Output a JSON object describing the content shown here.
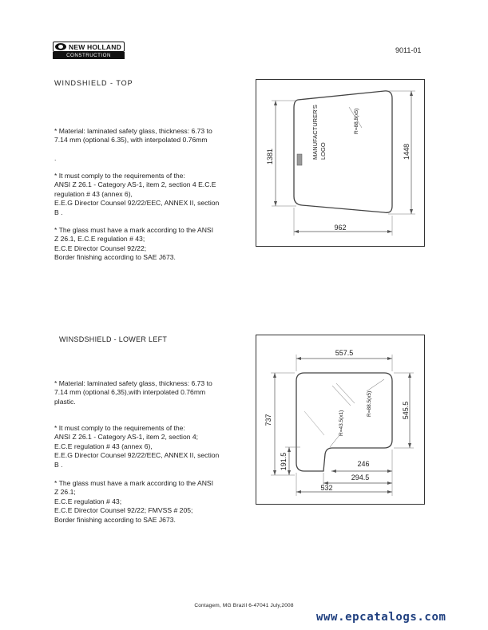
{
  "header": {
    "brand_name": "NEW HOLLAND",
    "brand_sub": "CONSTRUCTION",
    "doc_number": "9011-01"
  },
  "section_top": {
    "title": "WINDSHIELD  -  TOP",
    "paragraphs": [
      [
        " * Material: laminated safety glass, thickness: 6.73 to",
        "7.14 mm (optional 6.35), with interpolated 0.76mm"
      ],
      [
        "."
      ],
      [
        " * It must comply to the requirements of the:",
        "ANSI Z 26.1 - Category AS-1, item 2, section 4 E.C.E",
        "regulation # 43 (annex 6),",
        "E.E.G Director Counsel 92/22/EEC, ANNEX II, section",
        "B ."
      ],
      [
        " * The glass must have a mark according to the ANSI",
        "Z 26.1, E.C.E regulation # 43;",
        "E.C.E  Director  Counsel  92/22;",
        "Border  finishing  according  to  SAE  J673."
      ]
    ],
    "diagram": {
      "dim_height_left": "1381",
      "dim_height_right": "1448",
      "dim_width": "962",
      "radius": "R=88.5(x5)",
      "logo_label_1": "MANUFACTURER'S",
      "logo_label_2": "LOGO"
    }
  },
  "section_lower": {
    "title": "WINSDSHIELD - LOWER LEFT",
    "paragraphs": [
      [
        " * Material: laminated safety glass, thickness:  6.73 to",
        "7.14 mm (optional 6,35),with interpolated 0.76mm",
        "plastic."
      ],
      [
        " * It must comply to the requirements of the:",
        "ANSI Z 26.1 - Category AS-1, item 2, section 4;",
        "E.C.E  regulation  # 43  (annex 6),",
        "E.E.G Director Counsel 92/22/EEC, ANNEX II, section",
        "B ."
      ],
      [
        " * The glass must have a mark according to the ANSI",
        "Z  26.1;",
        "E.C.E  regulation  # 43;",
        "E.C.E  Director  Counsel  92/22;  FMVSS  #  205;",
        "Border  finishing  according  to  SAE  J673."
      ]
    ],
    "diagram": {
      "dim_top": "557.5",
      "dim_right": "545.5",
      "dim_left": "737",
      "dim_notch": "191.5",
      "dim_246": "246",
      "dim_294": "294.5",
      "dim_532": "532",
      "radius_1": "R=88.5(x5)",
      "radius_2": "R=43.5(x1)"
    }
  },
  "footer": {
    "text": "Contagem, MG Brazil  6-47041  July,2008",
    "watermark": "www.epcatalogs.com"
  }
}
